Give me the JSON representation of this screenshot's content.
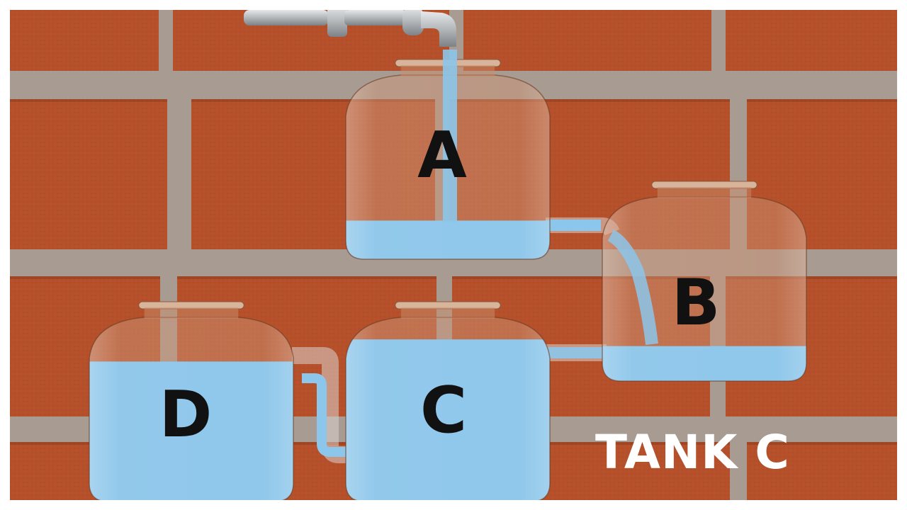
{
  "tanks": {
    "a": {
      "label": "A",
      "water_level": 0.21
    },
    "b": {
      "label": "B",
      "water_level": 0.19
    },
    "c": {
      "label": "C",
      "water_level": 0.88
    },
    "d": {
      "label": "D",
      "water_level": 0.76
    }
  },
  "answer": {
    "text": "TANK C"
  },
  "colors": {
    "brick": "#b5502a",
    "mortar": "#a89c92",
    "water": "#8cc6ea",
    "tank_tint": "#c98b6a",
    "faucet": "#b9bcbf",
    "answer_text": "#ffffff",
    "letter": "#111111"
  },
  "icons": {
    "faucet": "faucet-icon"
  }
}
